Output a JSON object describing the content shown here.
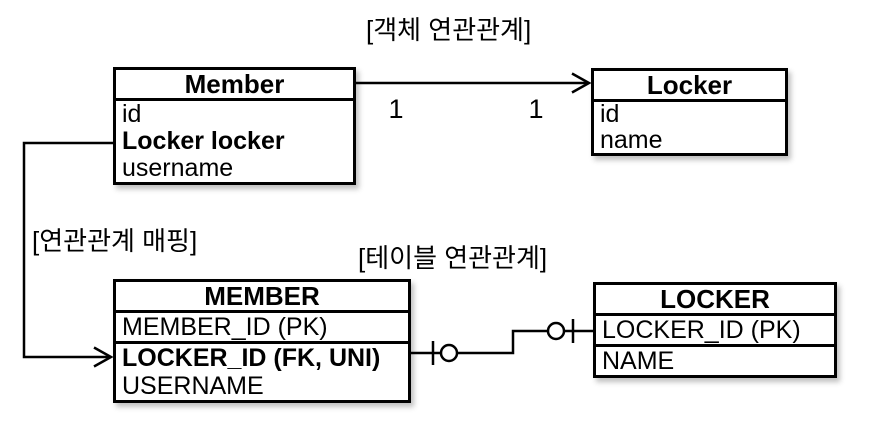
{
  "colors": {
    "line": "#000000",
    "background": "#ffffff",
    "text": "#000000"
  },
  "object_diagram": {
    "title": "[객체 연관관계]",
    "member_class": {
      "title": "Member",
      "fields": [
        "id",
        "Locker locker",
        "username"
      ]
    },
    "locker_class": {
      "title": "Locker",
      "fields": [
        "id",
        "name"
      ]
    },
    "source_cardinality": "1",
    "target_cardinality": "1"
  },
  "mapping_label": "[연관관계 매핑]",
  "table_diagram": {
    "title": "[테이블 연관관계]",
    "member_table": {
      "title": "MEMBER",
      "pk_column": "MEMBER_ID (PK)",
      "columns": [
        "LOCKER_ID (FK, UNI)",
        "USERNAME"
      ]
    },
    "locker_table": {
      "title": "LOCKER",
      "pk_column": "LOCKER_ID (PK)",
      "columns": [
        "NAME"
      ]
    }
  }
}
